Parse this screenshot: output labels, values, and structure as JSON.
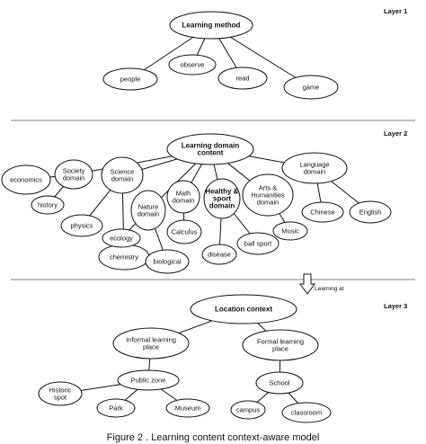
{
  "layers": [
    "Layer 1",
    "Layer 2",
    "Layer 3"
  ],
  "arrow_label": "Learning at",
  "caption": "Figure 2 . Learning content context-aware model",
  "nodes": {
    "learning_method": [
      "Learning method"
    ],
    "people": [
      "people"
    ],
    "observe": [
      "observe"
    ],
    "read": [
      "read"
    ],
    "game": [
      "game"
    ],
    "learning_domain": [
      "Learning domain",
      "content"
    ],
    "economics": [
      "economics"
    ],
    "society": [
      "Society",
      "domain"
    ],
    "history": [
      "history"
    ],
    "science": [
      "Science",
      "domain"
    ],
    "physics": [
      "physics"
    ],
    "chemistry": [
      "chemistry"
    ],
    "nature": [
      "Nature",
      "domain"
    ],
    "ecology": [
      "ecology"
    ],
    "biological": [
      "biological"
    ],
    "math": [
      "Math",
      "domain"
    ],
    "calculus": [
      "Calculus"
    ],
    "health": [
      "Healthy &",
      "sport",
      "domain"
    ],
    "disease": [
      "disease"
    ],
    "ball_sport": [
      "ball sport"
    ],
    "arts": [
      "Arts &",
      "Humanities",
      "domain"
    ],
    "music": [
      "Music"
    ],
    "language": [
      "Language",
      "domain"
    ],
    "chinese": [
      "Chinese"
    ],
    "english": [
      "English"
    ],
    "location": [
      "Location context"
    ],
    "informal": [
      "Informal learning",
      "place"
    ],
    "formal": [
      "Formal learning",
      "place"
    ],
    "public_zone": [
      "Public zone"
    ],
    "school": [
      "School"
    ],
    "historic": [
      "Historic",
      "spot"
    ],
    "park": [
      "Park"
    ],
    "museum": [
      "Museum"
    ],
    "campus": [
      "campus"
    ],
    "classroom": [
      "classroom"
    ]
  },
  "edges": [
    [
      "learning_method",
      "people"
    ],
    [
      "learning_method",
      "observe"
    ],
    [
      "learning_method",
      "read"
    ],
    [
      "learning_method",
      "game"
    ],
    [
      "learning_domain",
      "society"
    ],
    [
      "learning_domain",
      "science"
    ],
    [
      "learning_domain",
      "nature"
    ],
    [
      "learning_domain",
      "math"
    ],
    [
      "learning_domain",
      "health"
    ],
    [
      "learning_domain",
      "arts"
    ],
    [
      "learning_domain",
      "language"
    ],
    [
      "society",
      "economics"
    ],
    [
      "society",
      "history"
    ],
    [
      "science",
      "physics"
    ],
    [
      "science",
      "chemistry"
    ],
    [
      "nature",
      "ecology"
    ],
    [
      "nature",
      "biological"
    ],
    [
      "math",
      "calculus"
    ],
    [
      "health",
      "disease"
    ],
    [
      "health",
      "ball_sport"
    ],
    [
      "arts",
      "music"
    ],
    [
      "language",
      "chinese"
    ],
    [
      "language",
      "english"
    ],
    [
      "location",
      "informal"
    ],
    [
      "location",
      "formal"
    ],
    [
      "informal",
      "public_zone"
    ],
    [
      "formal",
      "school"
    ],
    [
      "public_zone",
      "historic"
    ],
    [
      "public_zone",
      "park"
    ],
    [
      "public_zone",
      "museum"
    ],
    [
      "school",
      "campus"
    ],
    [
      "school",
      "classroom"
    ]
  ]
}
